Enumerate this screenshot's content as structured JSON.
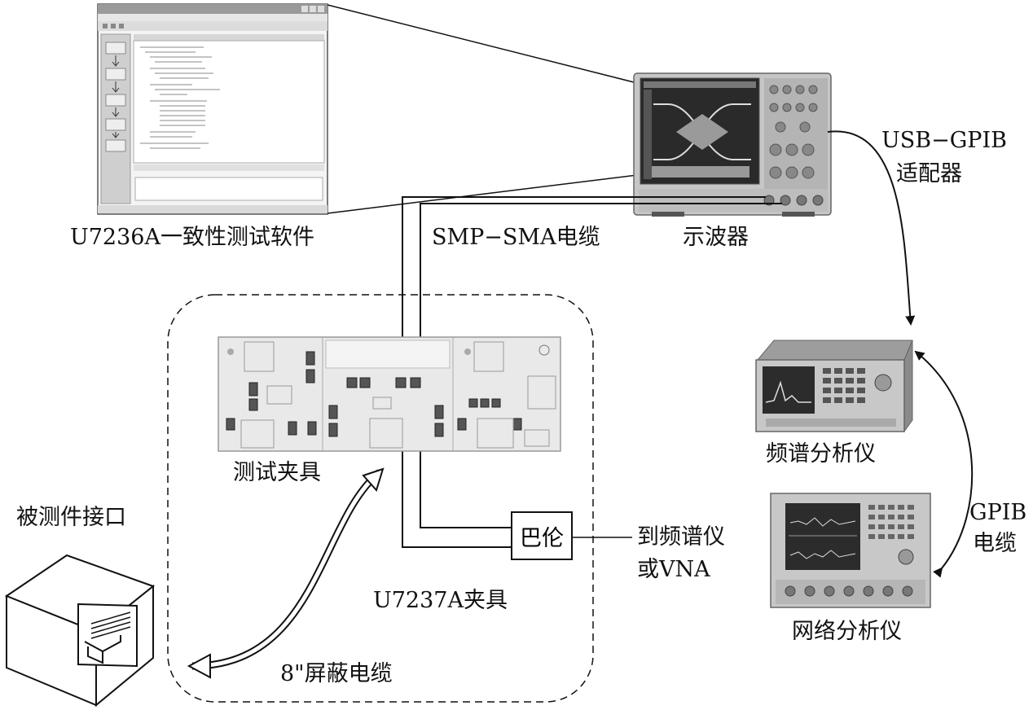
{
  "labels": {
    "software": "U7236A一致性测试软件",
    "cable_smp_sma": "SMP−SMA电缆",
    "oscilloscope": "示波器",
    "usb_gpib_line1": "USB−GPIB",
    "usb_gpib_line2": "适配器",
    "spectrum_analyzer": "频谱分析仪",
    "network_analyzer": "网络分析仪",
    "gpib_line1": "GPIB",
    "gpib_line2": "电缆",
    "fixture": "测试夹具",
    "dut_interface": "被测件接口",
    "balun": "巴伦",
    "to_analyzer_line1": "到频谱仪",
    "to_analyzer_line2": "或VNA",
    "fixture_u7237a": "U7237A夹具",
    "shielded_cable": "8\"屏蔽电缆"
  },
  "colors": {
    "ink": "#111111",
    "panel_gray": "#b9b9b9",
    "screen_dark": "#2a2a2a",
    "background": "#ffffff"
  },
  "icons": {
    "software_window": "software-window-icon",
    "oscilloscope": "oscilloscope-icon",
    "spectrum_analyzer": "spectrum-analyzer-icon",
    "network_analyzer": "network-analyzer-icon",
    "fixture_board": "fixture-board-icon",
    "rj45_port": "rj45-port-icon"
  }
}
